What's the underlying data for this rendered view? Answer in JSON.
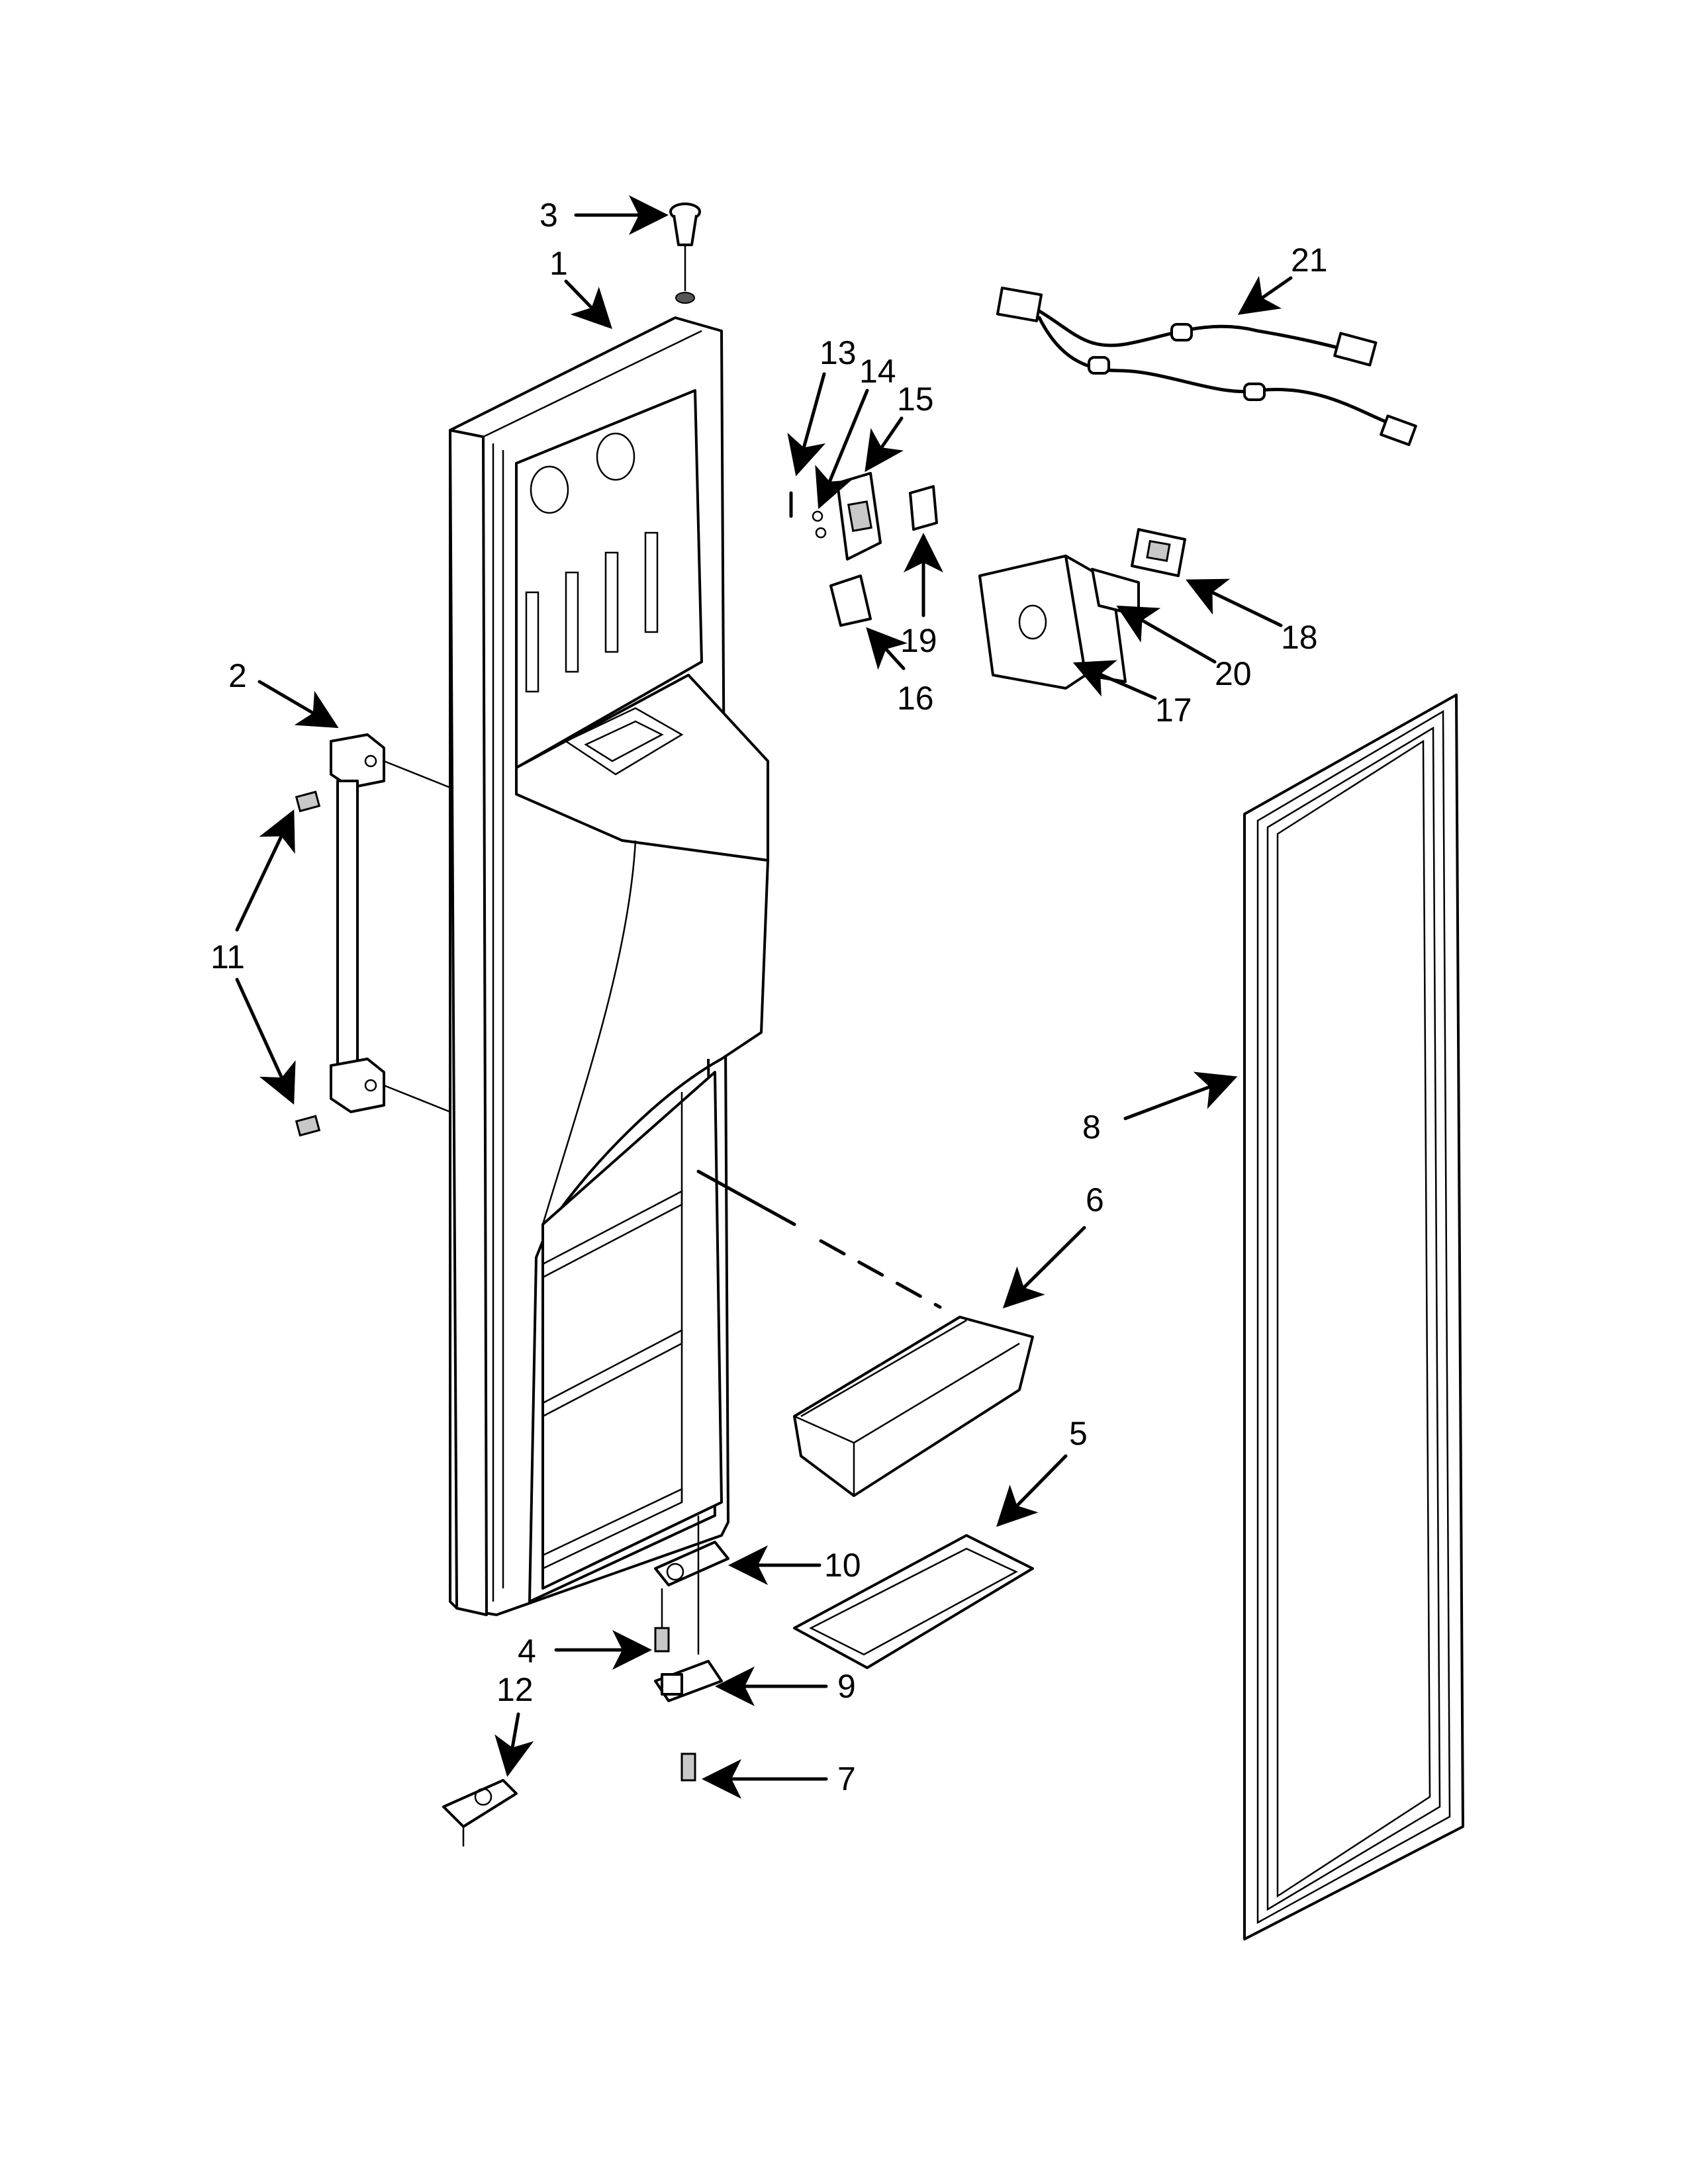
{
  "callouts": [
    {
      "id": "1",
      "label": "1"
    },
    {
      "id": "2",
      "label": "2"
    },
    {
      "id": "3",
      "label": "3"
    },
    {
      "id": "4",
      "label": "4"
    },
    {
      "id": "5",
      "label": "5"
    },
    {
      "id": "6",
      "label": "6"
    },
    {
      "id": "7",
      "label": "7"
    },
    {
      "id": "8",
      "label": "8"
    },
    {
      "id": "9",
      "label": "9"
    },
    {
      "id": "10",
      "label": "10"
    },
    {
      "id": "11",
      "label": "11"
    },
    {
      "id": "12",
      "label": "12"
    },
    {
      "id": "13",
      "label": "13"
    },
    {
      "id": "14",
      "label": "14"
    },
    {
      "id": "15",
      "label": "15"
    },
    {
      "id": "16",
      "label": "16"
    },
    {
      "id": "17",
      "label": "17"
    },
    {
      "id": "18",
      "label": "18"
    },
    {
      "id": "19",
      "label": "19"
    },
    {
      "id": "20",
      "label": "20"
    },
    {
      "id": "21",
      "label": "21"
    }
  ],
  "colors": {
    "ink": "#000000",
    "background": "#ffffff",
    "shade": "#c8c8c8"
  }
}
